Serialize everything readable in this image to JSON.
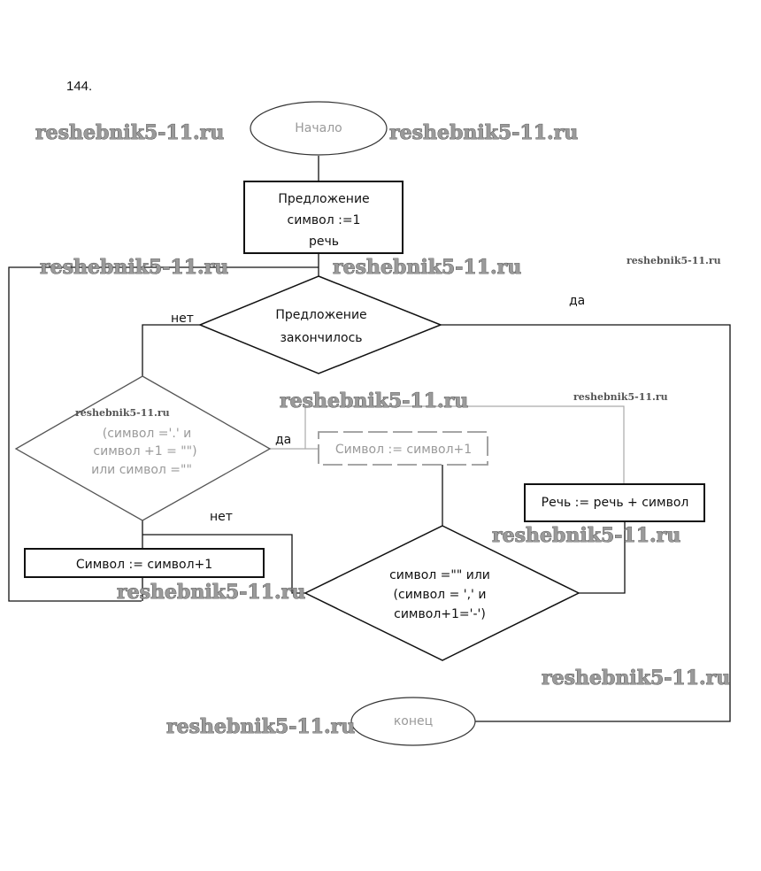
{
  "problem_number": "144.",
  "nodes": {
    "start": {
      "type": "terminator",
      "label": "Начало"
    },
    "init": {
      "type": "process",
      "lines": [
        "Предложение",
        "символ :=1",
        "речь"
      ]
    },
    "cond_sentence_end": {
      "type": "decision",
      "lines": [
        "Предложение",
        "закончилось"
      ]
    },
    "cond_direct_speech_start": {
      "type": "decision",
      "lines": [
        "(символ ='.' и",
        "символ +1 = \"\")",
        "или символ =\"\""
      ]
    },
    "inc_symbol_yes": {
      "type": "process",
      "label": "Символ := символ+1"
    },
    "append_speech": {
      "type": "process",
      "label": "Речь := речь + символ"
    },
    "inc_symbol_no": {
      "type": "process",
      "label": "Символ := символ+1"
    },
    "cond_direct_speech_end": {
      "type": "decision",
      "lines": [
        "символ =\"\" или",
        "(символ = ',' и",
        "символ+1='-')"
      ]
    },
    "end": {
      "type": "terminator",
      "label": "конец"
    }
  },
  "edge_labels": {
    "sentence_end_no": "нет",
    "sentence_end_yes": "да",
    "speech_start_yes": "да",
    "speech_start_no": "нет"
  },
  "watermarks": [
    "reshebnik5-11.ru",
    "reshebnik5-11.ru",
    "reshebnik5-11.ru",
    "reshebnik5-11.ru",
    "reshebnik5-11.ru",
    "reshebnik5-11.ru",
    "reshebnik5-11.ru",
    "reshebnik5-11.ru",
    "reshebnik5-11.ru",
    "reshebnik5-11.ru",
    "reshebnik5-11.ru",
    "reshebnik5-11.ru"
  ]
}
